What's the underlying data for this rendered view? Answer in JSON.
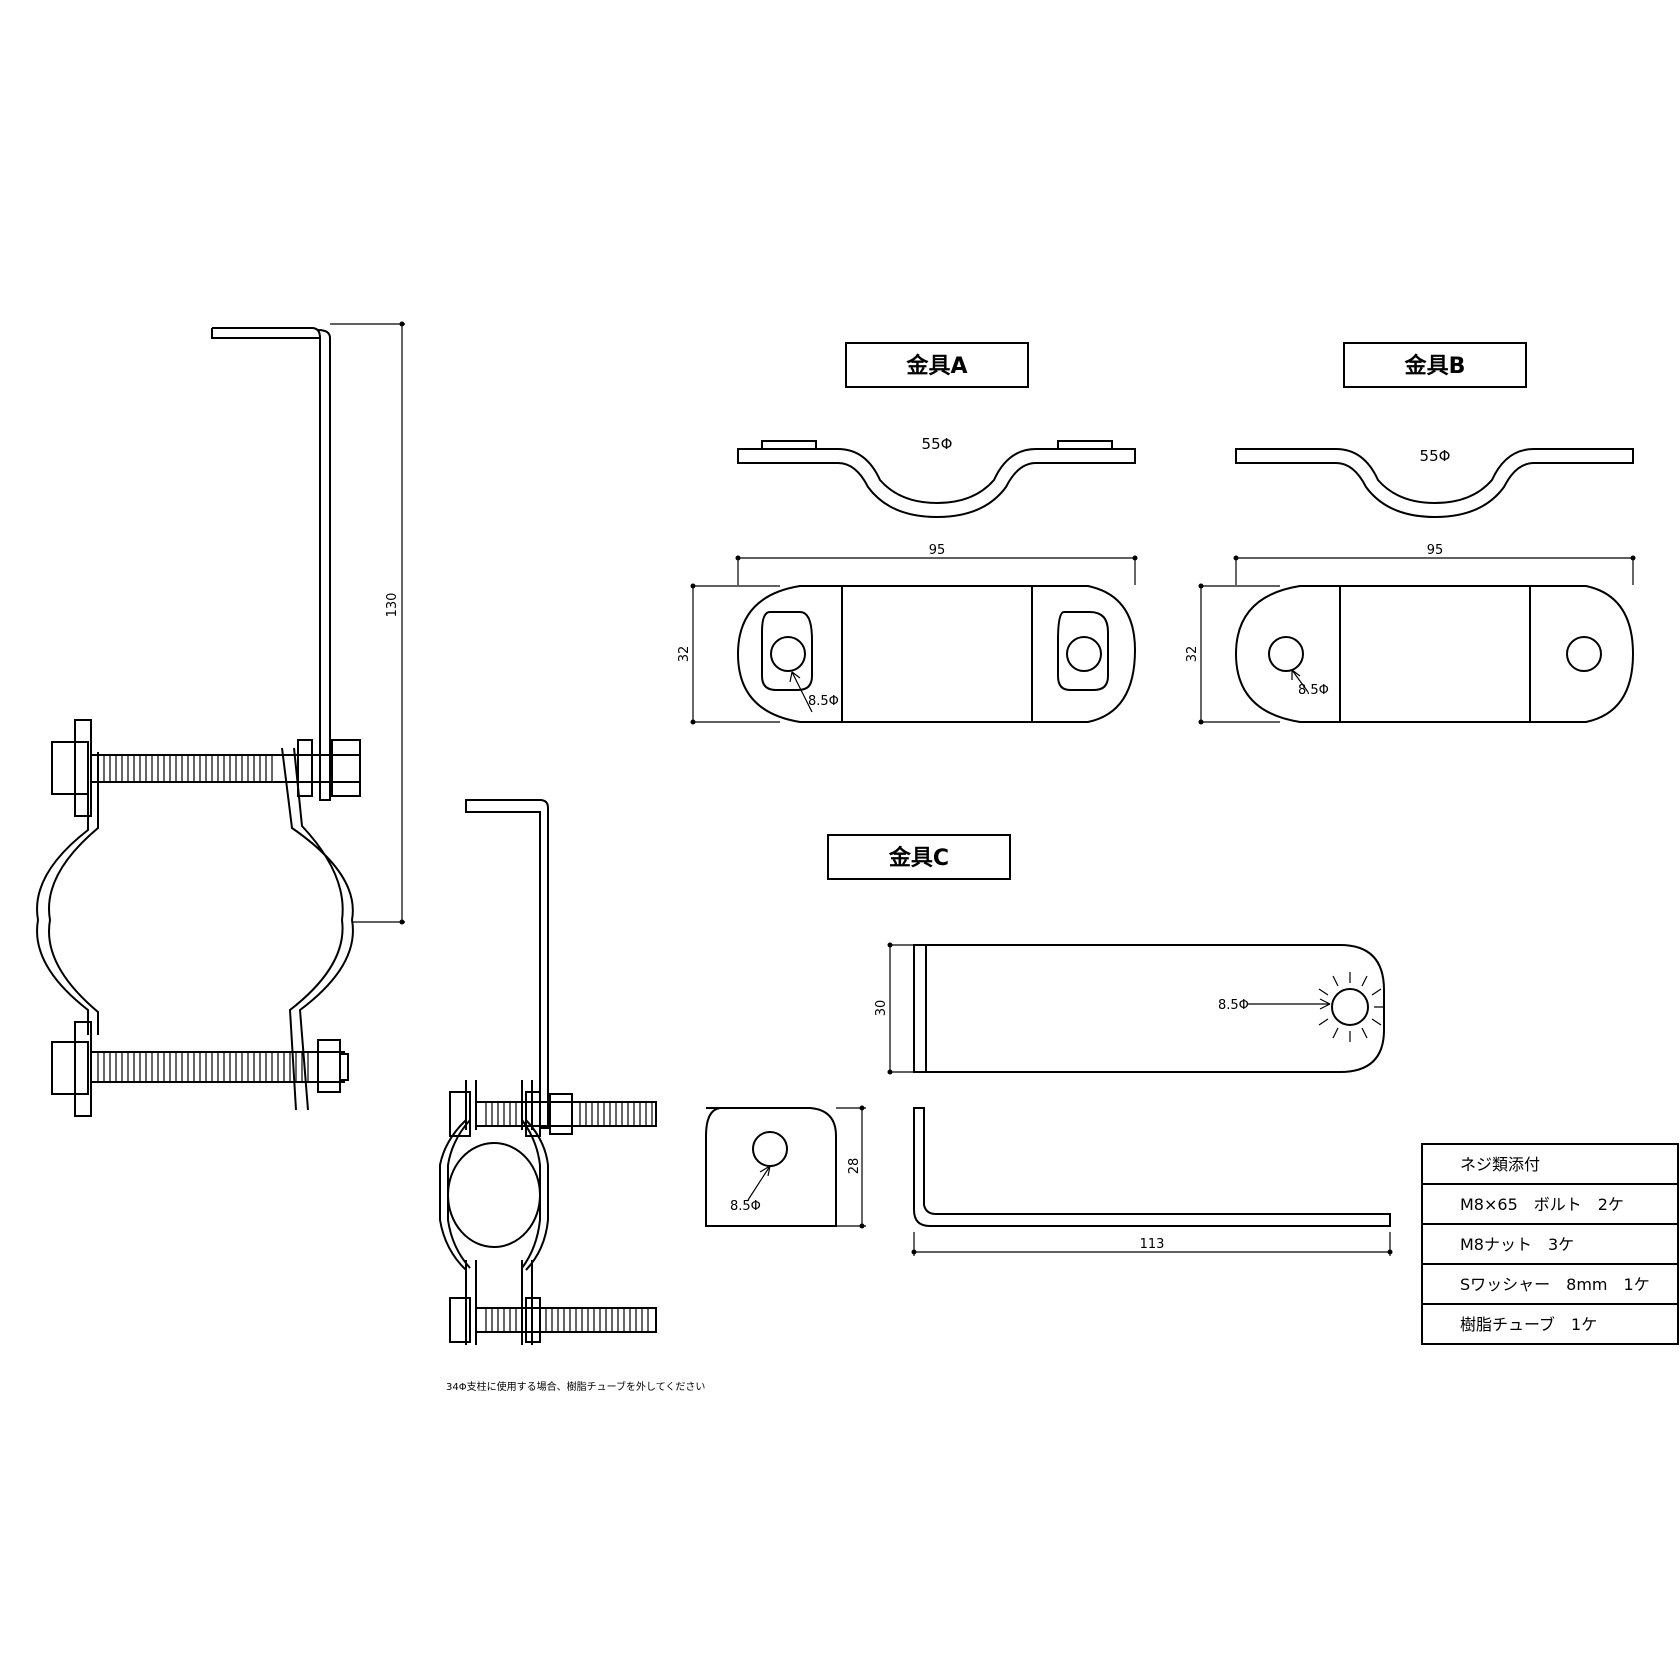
{
  "labels": {
    "part_a": "金具A",
    "part_b": "金具B",
    "part_c": "金具C"
  },
  "dimensions": {
    "assembly_height": "130",
    "a_pipe": "55Φ",
    "a_length": "95",
    "a_width": "32",
    "a_hole": "8.5Φ",
    "b_pipe": "55Φ",
    "b_length": "95",
    "b_width": "32",
    "b_hole": "8.5Φ",
    "c_width": "30",
    "c_hole": "8.5Φ",
    "c_end_height": "28",
    "c_end_hole": "8.5Φ",
    "c_length": "113"
  },
  "parts_table": {
    "title": "ネジ類添付",
    "rows": [
      "M8×65　ボルト　2ケ",
      "M8ナット　3ケ",
      "Sワッシャー　8mm　1ケ",
      "樹脂チューブ　1ケ"
    ]
  },
  "note": "34Φ支柱に使用する場合、樹脂チューブを外してください"
}
